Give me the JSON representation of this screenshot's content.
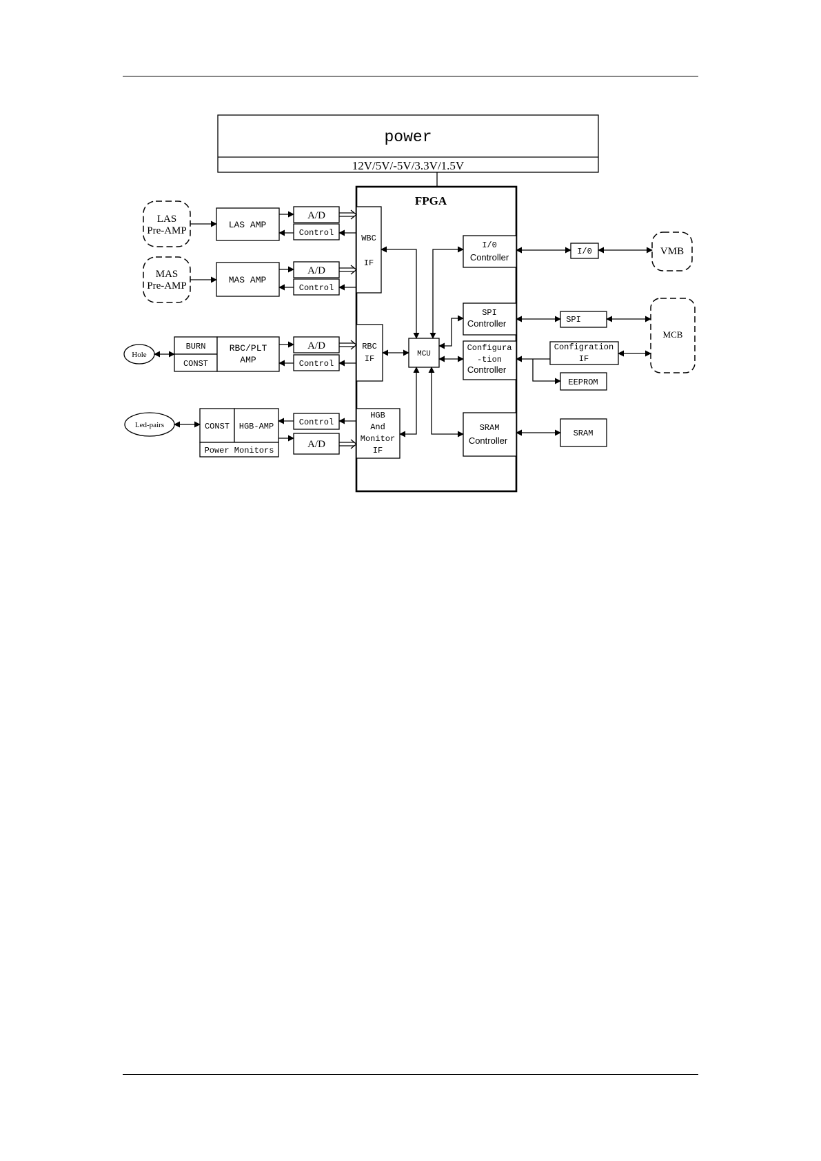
{
  "power": {
    "title": "power",
    "voltages": "12V/5V/-5V/3.3V/1.5V"
  },
  "fpga": {
    "title": "FPGA"
  },
  "external": {
    "las_pre_amp": [
      "LAS",
      "Pre-AMP"
    ],
    "mas_pre_amp": [
      "MAS",
      "Pre-AMP"
    ],
    "hole": "Hole",
    "led_pairs": "Led-pairs",
    "vmb": "VMB",
    "mcb": "MCB"
  },
  "blocks": {
    "las_amp": "LAS AMP",
    "mas_amp": "MAS AMP",
    "burn": "BURN",
    "const_rbc": "CONST",
    "rbc_plt_amp": [
      "RBC/PLT",
      "AMP"
    ],
    "const_hgb": "CONST",
    "hgb_amp": "HGB-AMP",
    "power_monitors": "Power Monitors",
    "ad": "A/D",
    "control": "Control",
    "wbc_if": [
      "WBC",
      "IF"
    ],
    "rbc_if": [
      "RBC",
      "IF"
    ],
    "hgb_if": [
      "HGB",
      "And",
      "Monitor",
      "IF"
    ],
    "mcu": "MCU",
    "io_ctrl": [
      "I/0",
      "Controller"
    ],
    "spi_ctrl": [
      "SPI",
      "Controller"
    ],
    "cfg_ctrl": [
      "Configura",
      "-tion",
      "Controller"
    ],
    "sram_ctrl": [
      "SRAM",
      "Controller"
    ],
    "io": "I/0",
    "spi": "SPI",
    "cfg_if": [
      "Configration",
      "IF"
    ],
    "eeprom": "EEPROM",
    "sram": "SRAM"
  }
}
